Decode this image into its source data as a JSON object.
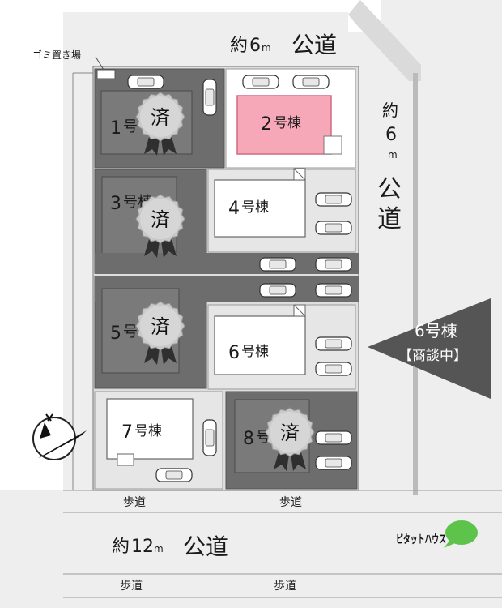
{
  "roads": {
    "north": {
      "prefix": "約",
      "num": "6",
      "unit": "m",
      "name": "公道"
    },
    "east": {
      "chars": [
        "約",
        "6",
        "m",
        "公",
        "道"
      ]
    },
    "south": {
      "prefix": "約",
      "num": "12",
      "unit": "m",
      "name": "公道"
    }
  },
  "sidewalks": [
    "歩道",
    "歩道",
    "歩道",
    "歩道"
  ],
  "garbage_area": "ゴミ置き場",
  "lots": [
    {
      "num": "1",
      "suffix": "号",
      "status": "済"
    },
    {
      "num": "2",
      "suffix": "号棟",
      "status": ""
    },
    {
      "num": "3",
      "suffix": "号棟",
      "status": "済"
    },
    {
      "num": "4",
      "suffix": "号棟",
      "status": ""
    },
    {
      "num": "5",
      "suffix": "号",
      "status": "済"
    },
    {
      "num": "6",
      "suffix": "号棟",
      "status": ""
    },
    {
      "num": "7",
      "suffix": "号棟",
      "status": ""
    },
    {
      "num": "8",
      "suffix": "号",
      "status": "済"
    }
  ],
  "callout": {
    "title": "6号棟",
    "subtitle": "【商談中】"
  },
  "logo": {
    "text": "ピタットハウス"
  },
  "colors": {
    "sold": "#6d6d6d",
    "highlight": "#f7a8b8",
    "callout": "#555555"
  }
}
